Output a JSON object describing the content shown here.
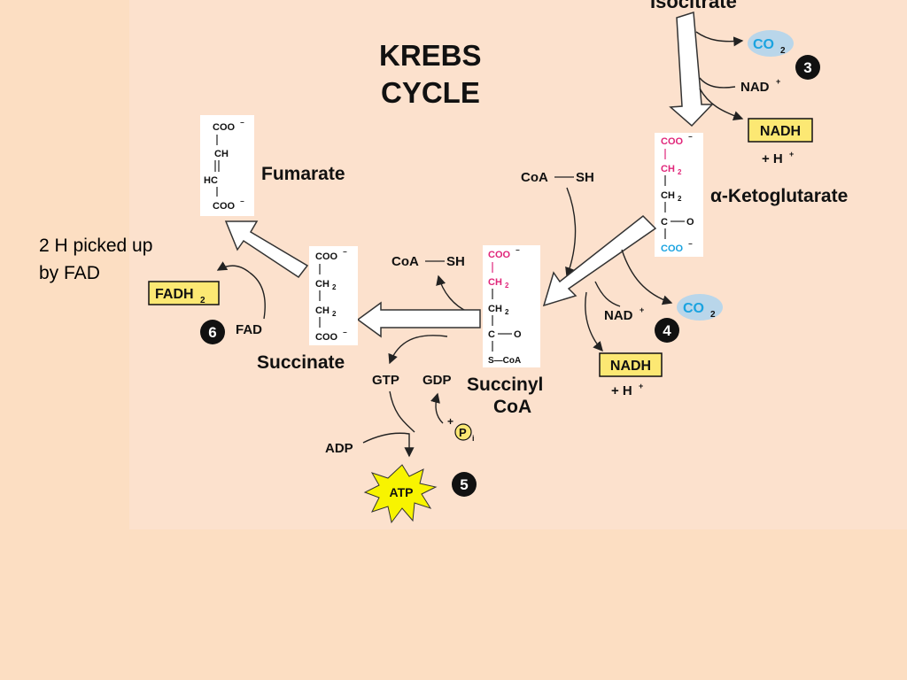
{
  "title": {
    "line1": "KREBS",
    "line2": "CYCLE"
  },
  "note": {
    "line1": "2 H picked up",
    "line2": "by FAD"
  },
  "molecules": {
    "isocitrate": "Isocitrate",
    "alpha_ketoglutarate": "α-Ketoglutarate",
    "succinyl_coa_1": "Succinyl",
    "succinyl_coa_2": "CoA",
    "succinate": "Succinate",
    "fumarate": "Fumarate"
  },
  "cofactors": {
    "nad_plus": "NAD",
    "nadh": "NADH",
    "h_plus": "+ H",
    "co2": "CO",
    "coa_sh_coa": "CoA",
    "coa_sh_sh": "SH",
    "fad": "FAD",
    "fadh2": "FADH",
    "gtp": "GTP",
    "gdp": "GDP",
    "adp": "ADP",
    "atp": "ATP",
    "pi": "P"
  },
  "steps": {
    "three": "3",
    "four": "4",
    "five": "5",
    "six": "6"
  },
  "structures": {
    "coo": "COO",
    "ch2": "CH",
    "ch": "CH",
    "hc": "HC",
    "c_o": "C",
    "o": "O",
    "s_coa": "S—CoA"
  },
  "colors": {
    "background": "#fcdec2",
    "panel": "#fce1cd",
    "nadh_box": "#fce873",
    "co2_oval": "#b9d6ea",
    "atp_star": "#f8f400",
    "carbon_pink": "#e0267a",
    "carbon_blue": "#1aa3e0"
  }
}
